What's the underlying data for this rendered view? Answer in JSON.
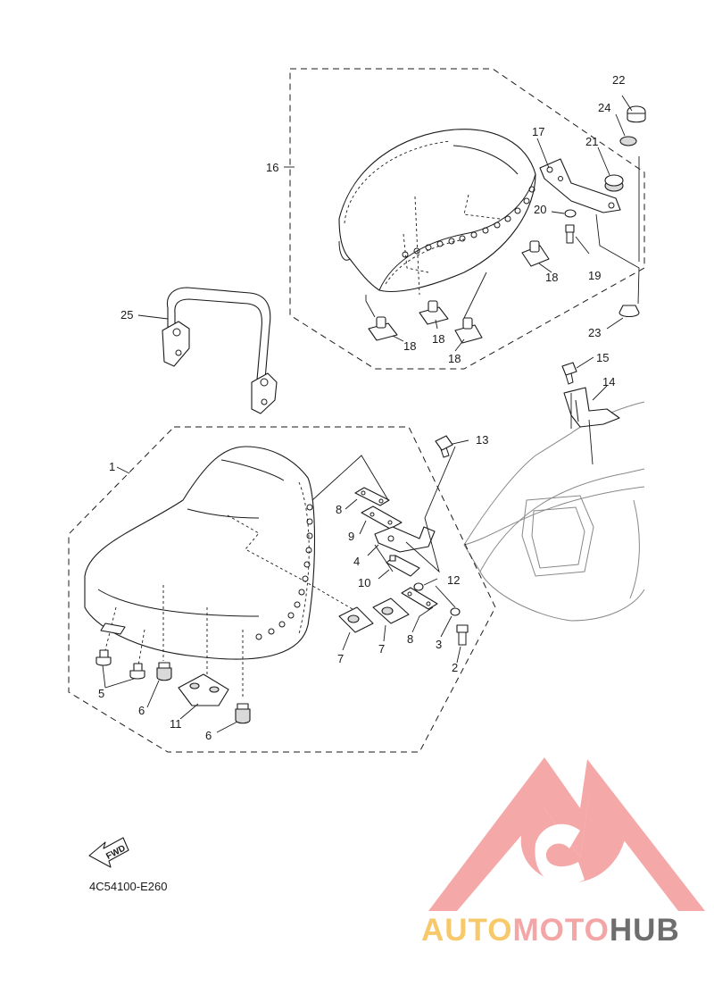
{
  "diagram": {
    "drawing_code": "4C54100-E260",
    "fwd_label": "FWD",
    "callouts": {
      "c1": "1",
      "c2": "2",
      "c3": "3",
      "c4": "4",
      "c5": "5",
      "c6a": "6",
      "c6b": "6",
      "c7a": "7",
      "c7b": "7",
      "c8a": "8",
      "c8b": "8",
      "c9": "9",
      "c10": "10",
      "c11": "11",
      "c12": "12",
      "c13": "13",
      "c14": "14",
      "c15": "15",
      "c16": "16",
      "c17": "17",
      "c18a": "18",
      "c18b": "18",
      "c18c": "18",
      "c18d": "18",
      "c19": "19",
      "c20": "20",
      "c21": "21",
      "c22": "22",
      "c23": "23",
      "c24": "24",
      "c25": "25"
    }
  },
  "watermark": {
    "brand_part1": "AUTO",
    "brand_part2": "MOTO",
    "brand_part3": "HUB",
    "colors": {
      "auto": "#f7c96b",
      "moto": "#f4a6a6",
      "hub": "#6e6e6e",
      "logo": "#f28b8b"
    }
  }
}
